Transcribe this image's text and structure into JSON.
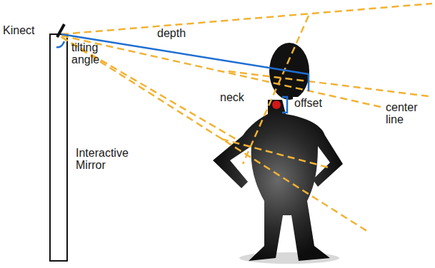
{
  "diagram": {
    "labels": [
      "Kinect",
      "tilting angle",
      "depth",
      "neck",
      "offset",
      "center line",
      "Interactive Mirror"
    ]
  }
}
